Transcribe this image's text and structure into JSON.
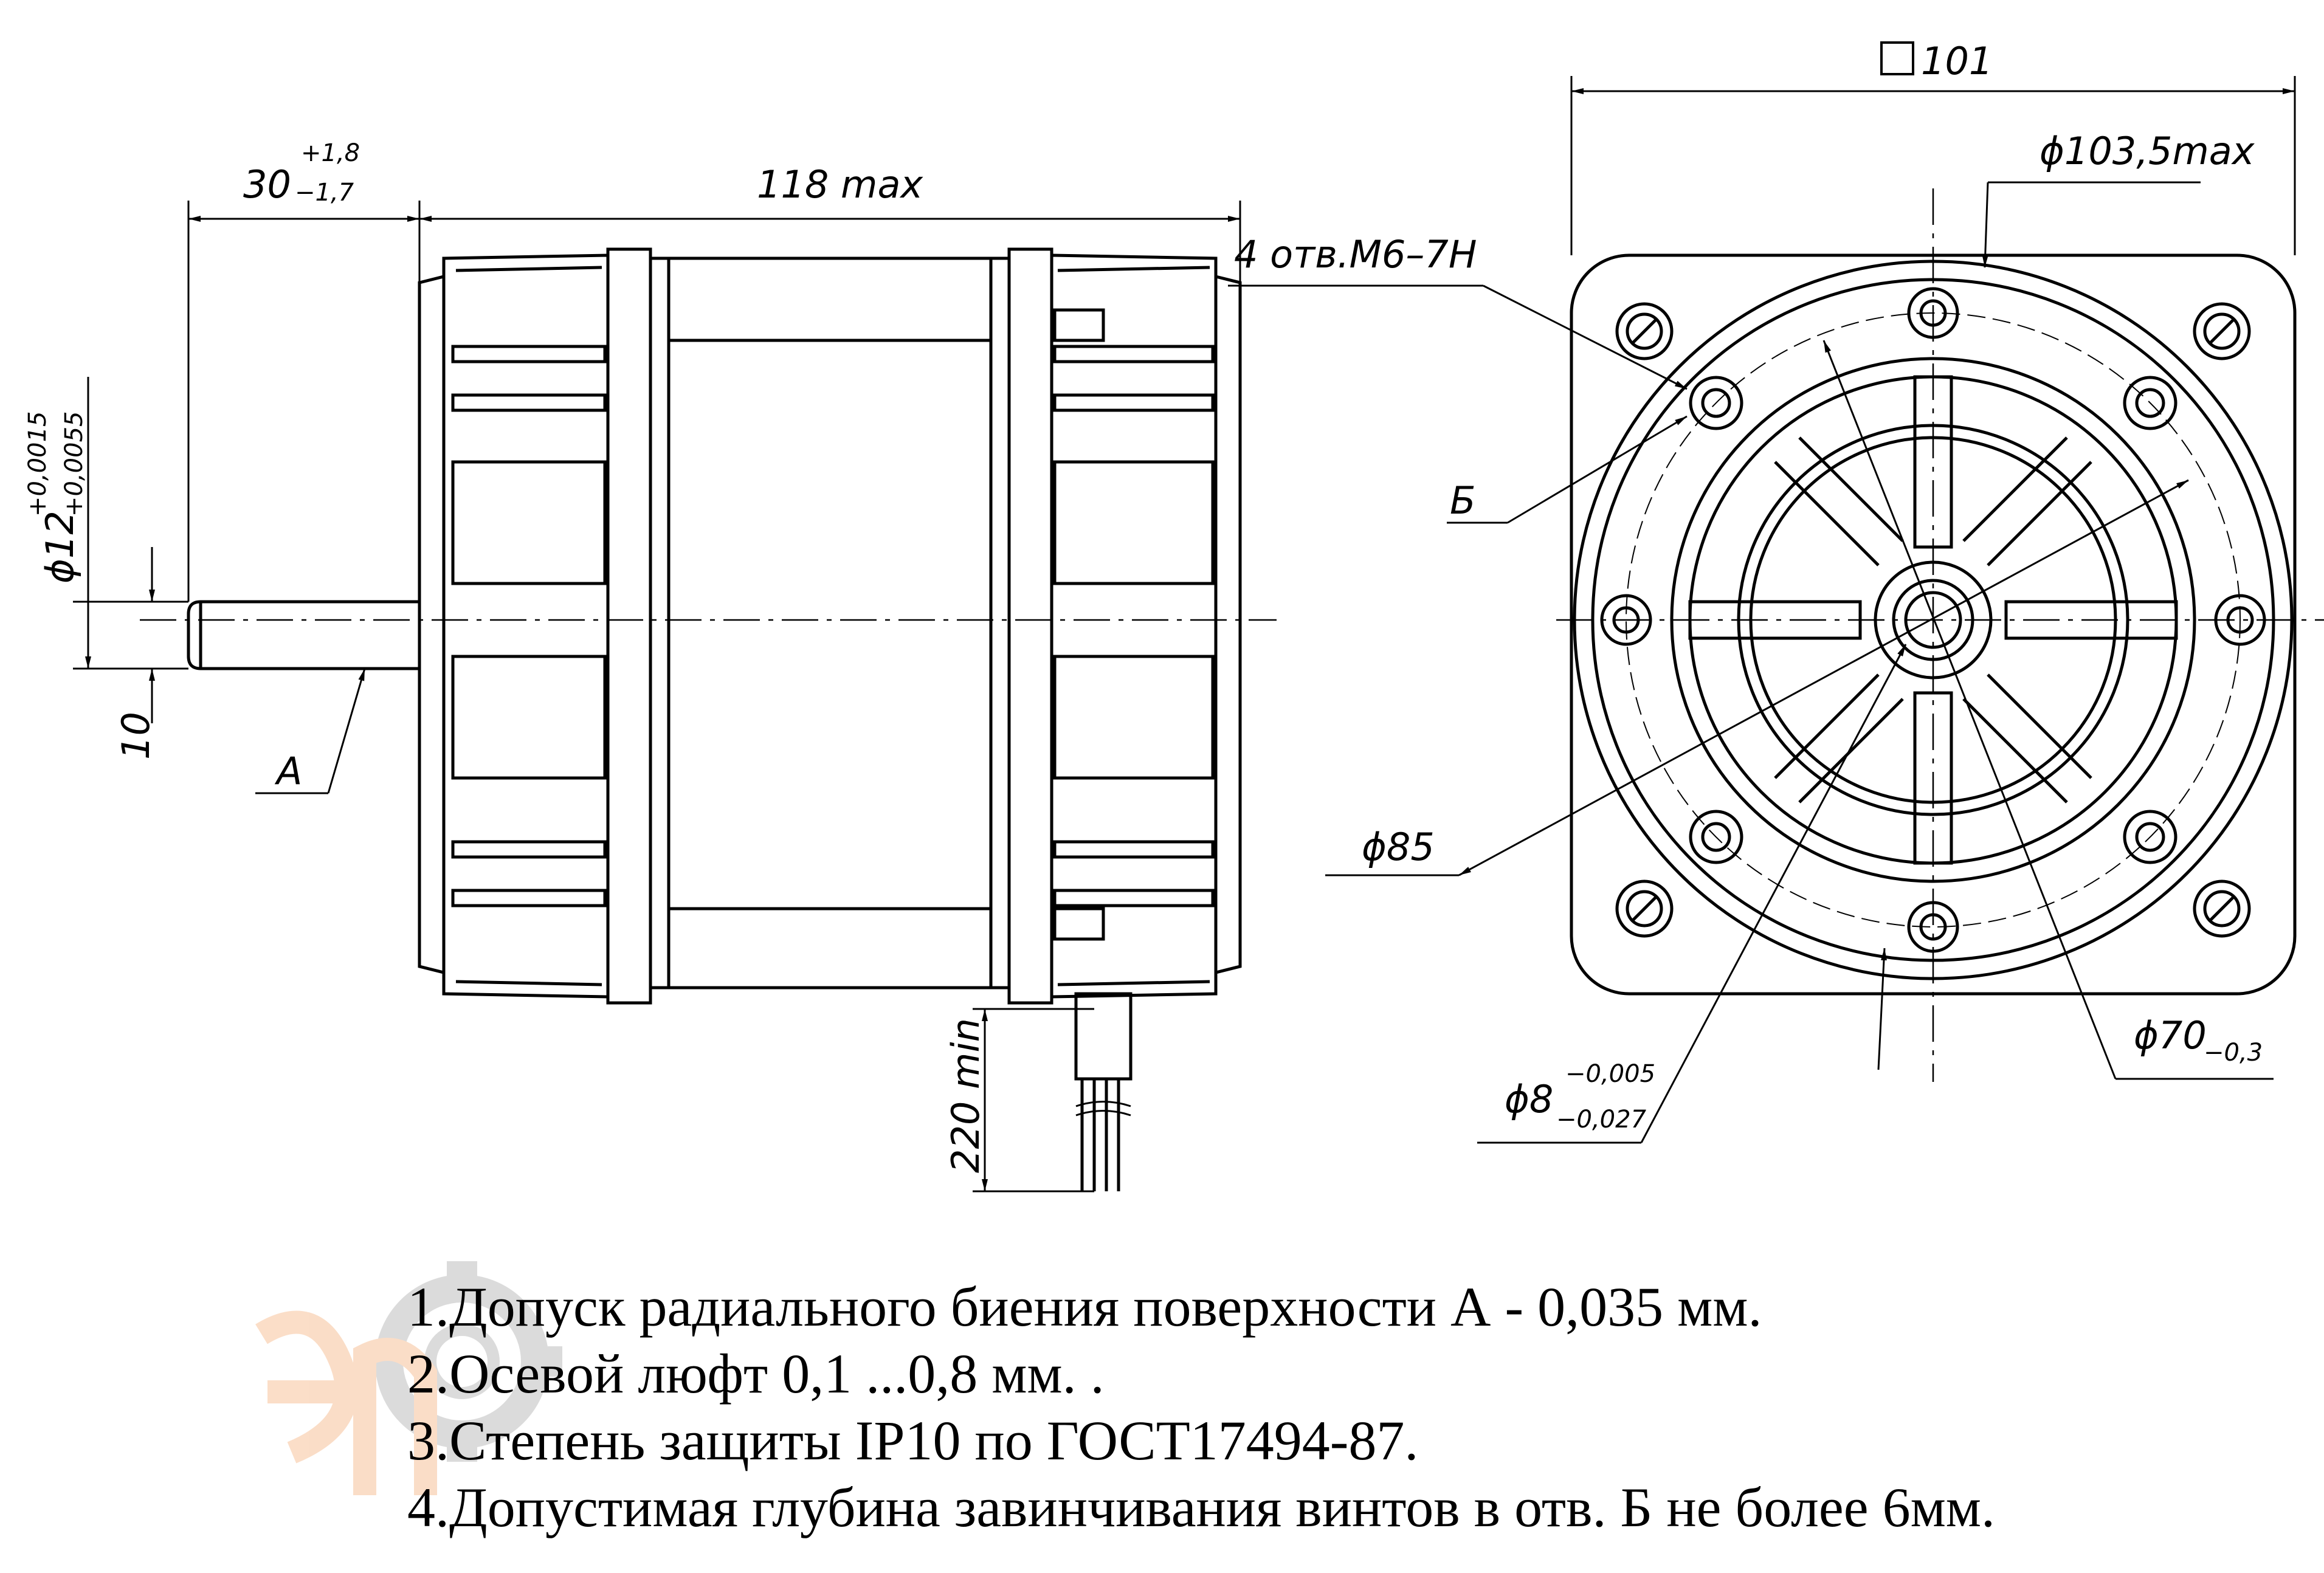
{
  "drawing": {
    "dimensions": {
      "shaft_offset": {
        "main": "30",
        "upper": "+1,8",
        "lower": "−1,7"
      },
      "body_length": "118 max",
      "shaft_diameter": {
        "main": "ϕ12",
        "upper": "+0,0015",
        "lower": "+0,0055"
      },
      "shaft_flat": "10",
      "lead_length": "220 min",
      "holes": "4 отв.М6–7H",
      "square": "101",
      "outer_diameter": "ϕ103,5max",
      "bolt_circle": "ϕ85",
      "spigot": {
        "main": "ϕ70",
        "sub": "−0,3"
      },
      "bore": {
        "main": "ϕ8",
        "upper": "−0,005",
        "lower": "−0,027"
      }
    },
    "labels": {
      "surface_a": "А",
      "hole_b": "Б"
    }
  },
  "notes": [
    "1.Допуск радиального биения поверхности А - 0,035 мм.",
    "2.Осевой люфт 0,1 ...0,8 мм. .",
    "3.Степень защиты IP10 по ГОСТ17494-87.",
    "4.Допустимая глубина завинчивания винтов в отв. Б не более 6мм."
  ]
}
